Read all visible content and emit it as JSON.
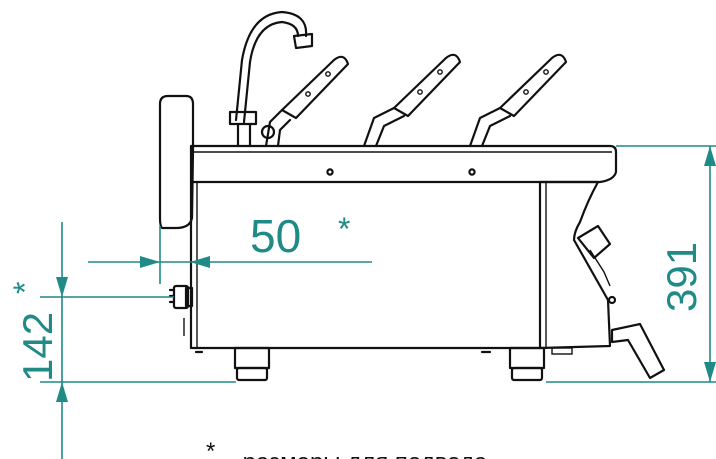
{
  "dimensions": {
    "height_total": "391",
    "inlet_height": "142",
    "inlet_offset": "50",
    "asterisk": "*"
  },
  "footnote": {
    "mark": "*",
    "text": "- размеры для подвода"
  },
  "colors": {
    "dimension": "#1f8a86",
    "outline": "#111111"
  }
}
